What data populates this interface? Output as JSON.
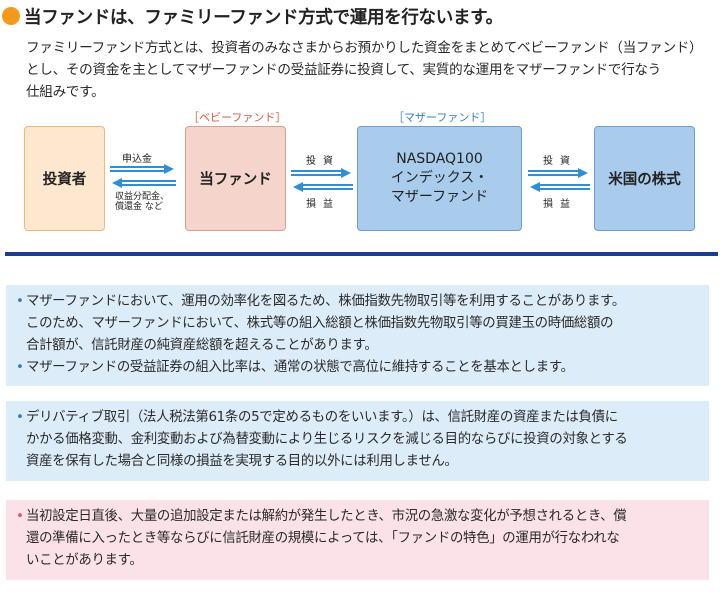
{
  "heading": "当ファンドは、ファミリーファンド方式で運用を行ないます。",
  "intro": [
    "ファミリーファンド方式とは、投資者のみなさまからお預かりした資金をまとめてベビーファンド（当ファンド）",
    "とし、その資金を主としてマザーファンドの受益証券に投資して、実質的な運用をマザーファンドで行なう",
    "仕組みです。"
  ],
  "diagram": {
    "investor": "投資者",
    "baby_label": "［ベビーファンド］",
    "fund": "当ファンド",
    "mother_label": "［マザーファンド］",
    "mother_lines": [
      "NASDAQ100",
      "インデックス・",
      "マザーファンド"
    ],
    "stock": "米国の株式",
    "subscription": "申込金",
    "returns_lines": [
      "収益分配金、",
      "償還金 など"
    ],
    "invest": "投資",
    "pnl": "損益"
  },
  "notes": {
    "panel1": [
      "マザーファンドにおいて、運用の効率化を図るため、株価指数先物取引等を利用することがあります。",
      "このため、マザーファンドにおいて、株式等の組入総額と株価指数先物取引等の買建玉の時価総額の",
      "合計額が、信託財産の純資産総額を超えることがあります。",
      "マザーファンドの受益証券の組入比率は、通常の状態で高位に維持することを基本とします。"
    ],
    "panel2": [
      "デリバティブ取引（法人税法第61条の5で定めるものをいいます。）は、信託財産の資産または負債に",
      "かかる価格変動、金利変動および為替変動により生じるリスクを減じる目的ならびに投資の対象とする",
      "資産を保有した場合と同様の損益を実現する目的以外には利用しません。"
    ],
    "panel3": [
      "当初設定日直後、大量の追加設定または解約が発生したとき、市況の急激な変化が予想されるとき、償",
      "還の準備に入ったとき等ならびに信託財産の規模によっては、「ファンドの特色」の運用が行なわれな",
      "いことがあります。"
    ]
  },
  "colors": {
    "accent_orange": "#f39a1c",
    "arrow_blue": "#2f8fd6",
    "rule_navy": "#1a3d8f",
    "bullet_pink": "#e0507a"
  }
}
